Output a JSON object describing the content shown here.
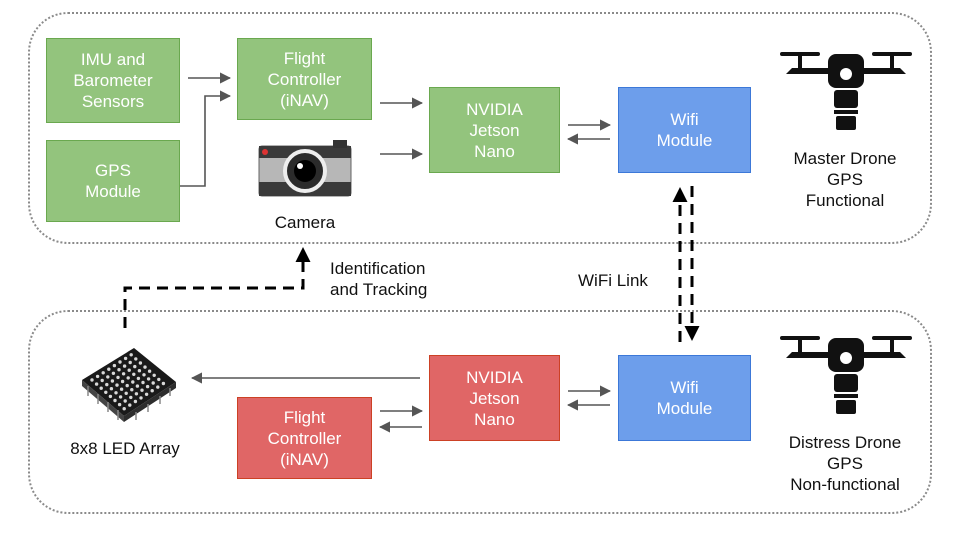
{
  "master": {
    "imu": "IMU and\nBarometer\nSensors",
    "gps": "GPS\nModule",
    "flight_controller": "Flight\nController\n(iNAV)",
    "camera": "Camera",
    "jetson": "NVIDIA\nJetson\nNano",
    "wifi": "Wifi\nModule",
    "caption": "Master Drone\nGPS\nFunctional"
  },
  "distress": {
    "led": "8x8 LED Array",
    "flight_controller": "Flight\nController\n(iNAV)",
    "jetson": "NVIDIA\nJetson\nNano",
    "wifi": "Wifi\nModule",
    "caption": "Distress Drone\nGPS\nNon-functional"
  },
  "links": {
    "tracking": "Identification\nand Tracking",
    "wifi": "WiFi Link"
  },
  "colors": {
    "master_blocks": "#93c47d",
    "distress_blocks": "#e06666",
    "wifi_blocks": "#6d9eeb"
  },
  "icons": [
    "camera-icon",
    "drone-icon",
    "led-matrix-icon"
  ]
}
